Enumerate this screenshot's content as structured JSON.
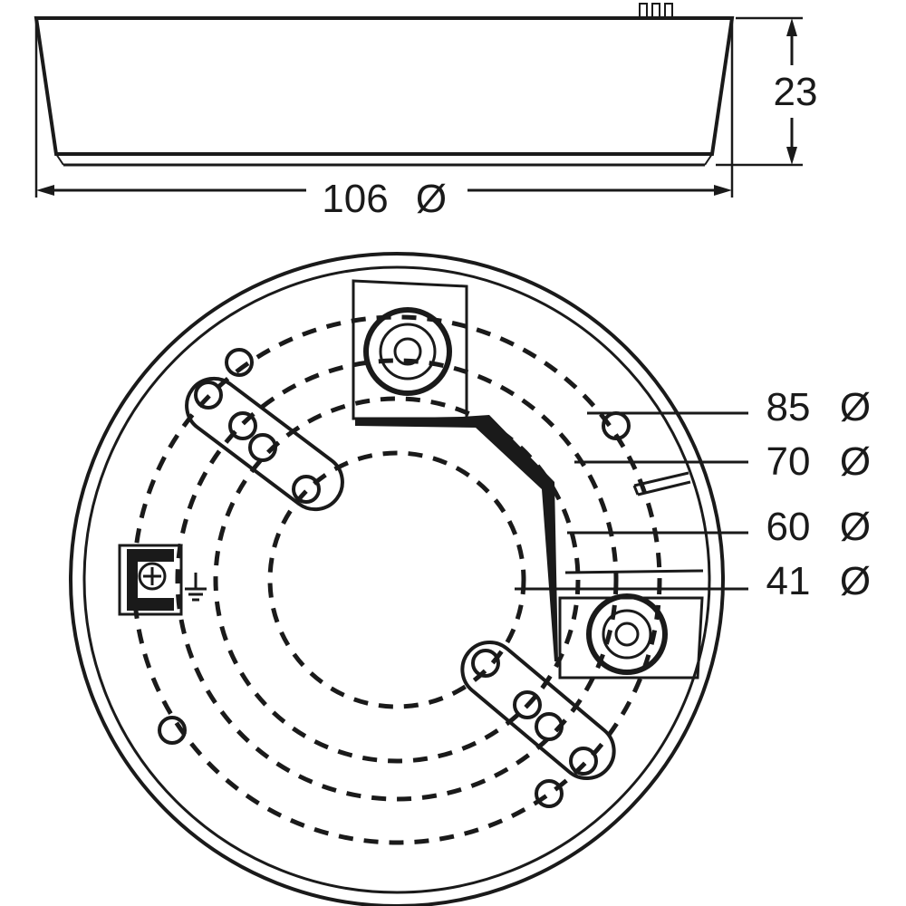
{
  "colors": {
    "ink": "#1a1a1a",
    "background": "#ffffff"
  },
  "side_view": {
    "height_label": "23",
    "width_label": "106",
    "width_symbol": "Ø"
  },
  "top_view": {
    "diameters": [
      {
        "value": "85",
        "symbol": "Ø"
      },
      {
        "value": "70",
        "symbol": "Ø"
      },
      {
        "value": "60",
        "symbol": "Ø"
      },
      {
        "value": "41",
        "symbol": "Ø"
      }
    ],
    "ground_symbol": "ground-icon"
  }
}
